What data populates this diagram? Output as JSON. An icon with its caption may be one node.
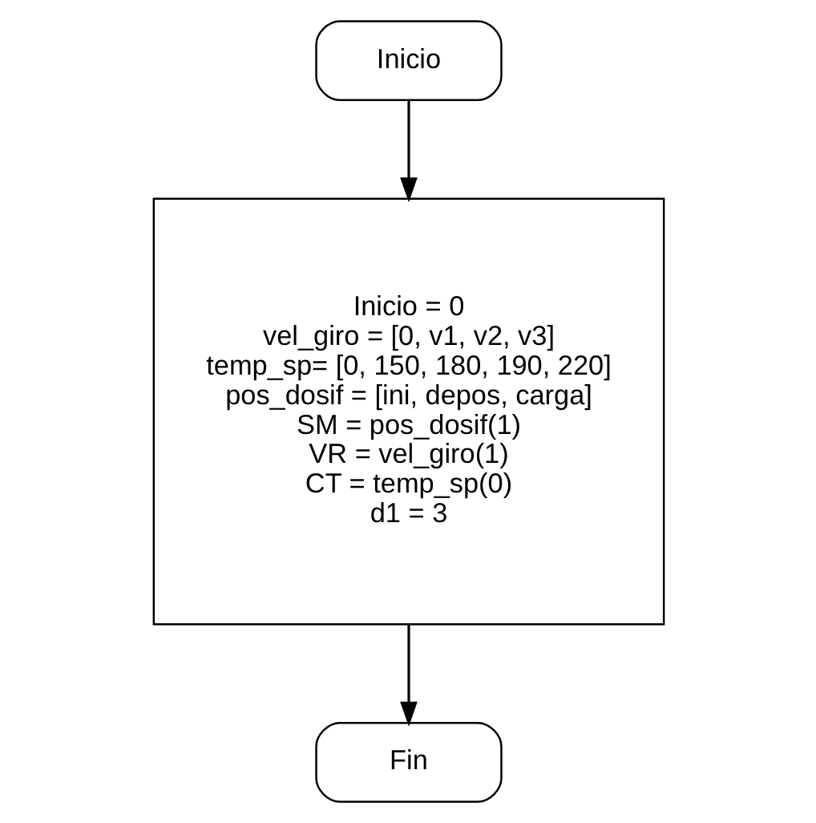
{
  "diagram": {
    "nodes": [
      {
        "text": [
          "Inicio"
        ]
      },
      {
        "text": [
          "Inicio = 0",
          "vel_giro = [0, v1, v2, v3]",
          "temp_sp= [0, 150, 180, 190, 220]",
          "pos_dosif = [ini, depos, carga]",
          "SM = pos_dosif(1)",
          "VR = vel_giro(1)",
          "CT = temp_sp(0)",
          "d1 = 3"
        ]
      },
      {
        "text": [
          "Fin"
        ]
      }
    ],
    "edges": [
      {
        "from": 0,
        "to": 1,
        "arrow": "to"
      },
      {
        "from": 1,
        "to": 2,
        "arrow": "to"
      }
    ]
  }
}
